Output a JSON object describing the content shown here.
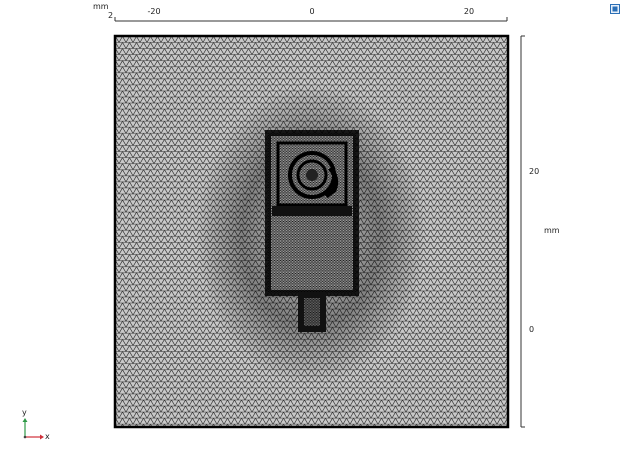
{
  "graphics": {
    "unit_top": "mm",
    "unit_top_exponent": "2",
    "unit_right": "mm",
    "x_ticks": [
      "-20",
      "0",
      "20"
    ],
    "y_ticks": [
      "20",
      "0"
    ],
    "triad": {
      "x_label": "x",
      "y_label": "y"
    },
    "colors": {
      "mesh_fill": "#c8c8c8",
      "mesh_line": "#1e1e1e",
      "frame": "#000000",
      "axis_x": "#d0303a",
      "axis_y": "#2e9a46",
      "icon_blue": "#2b6fb6"
    },
    "corner_icon": "view-toggle-icon"
  }
}
